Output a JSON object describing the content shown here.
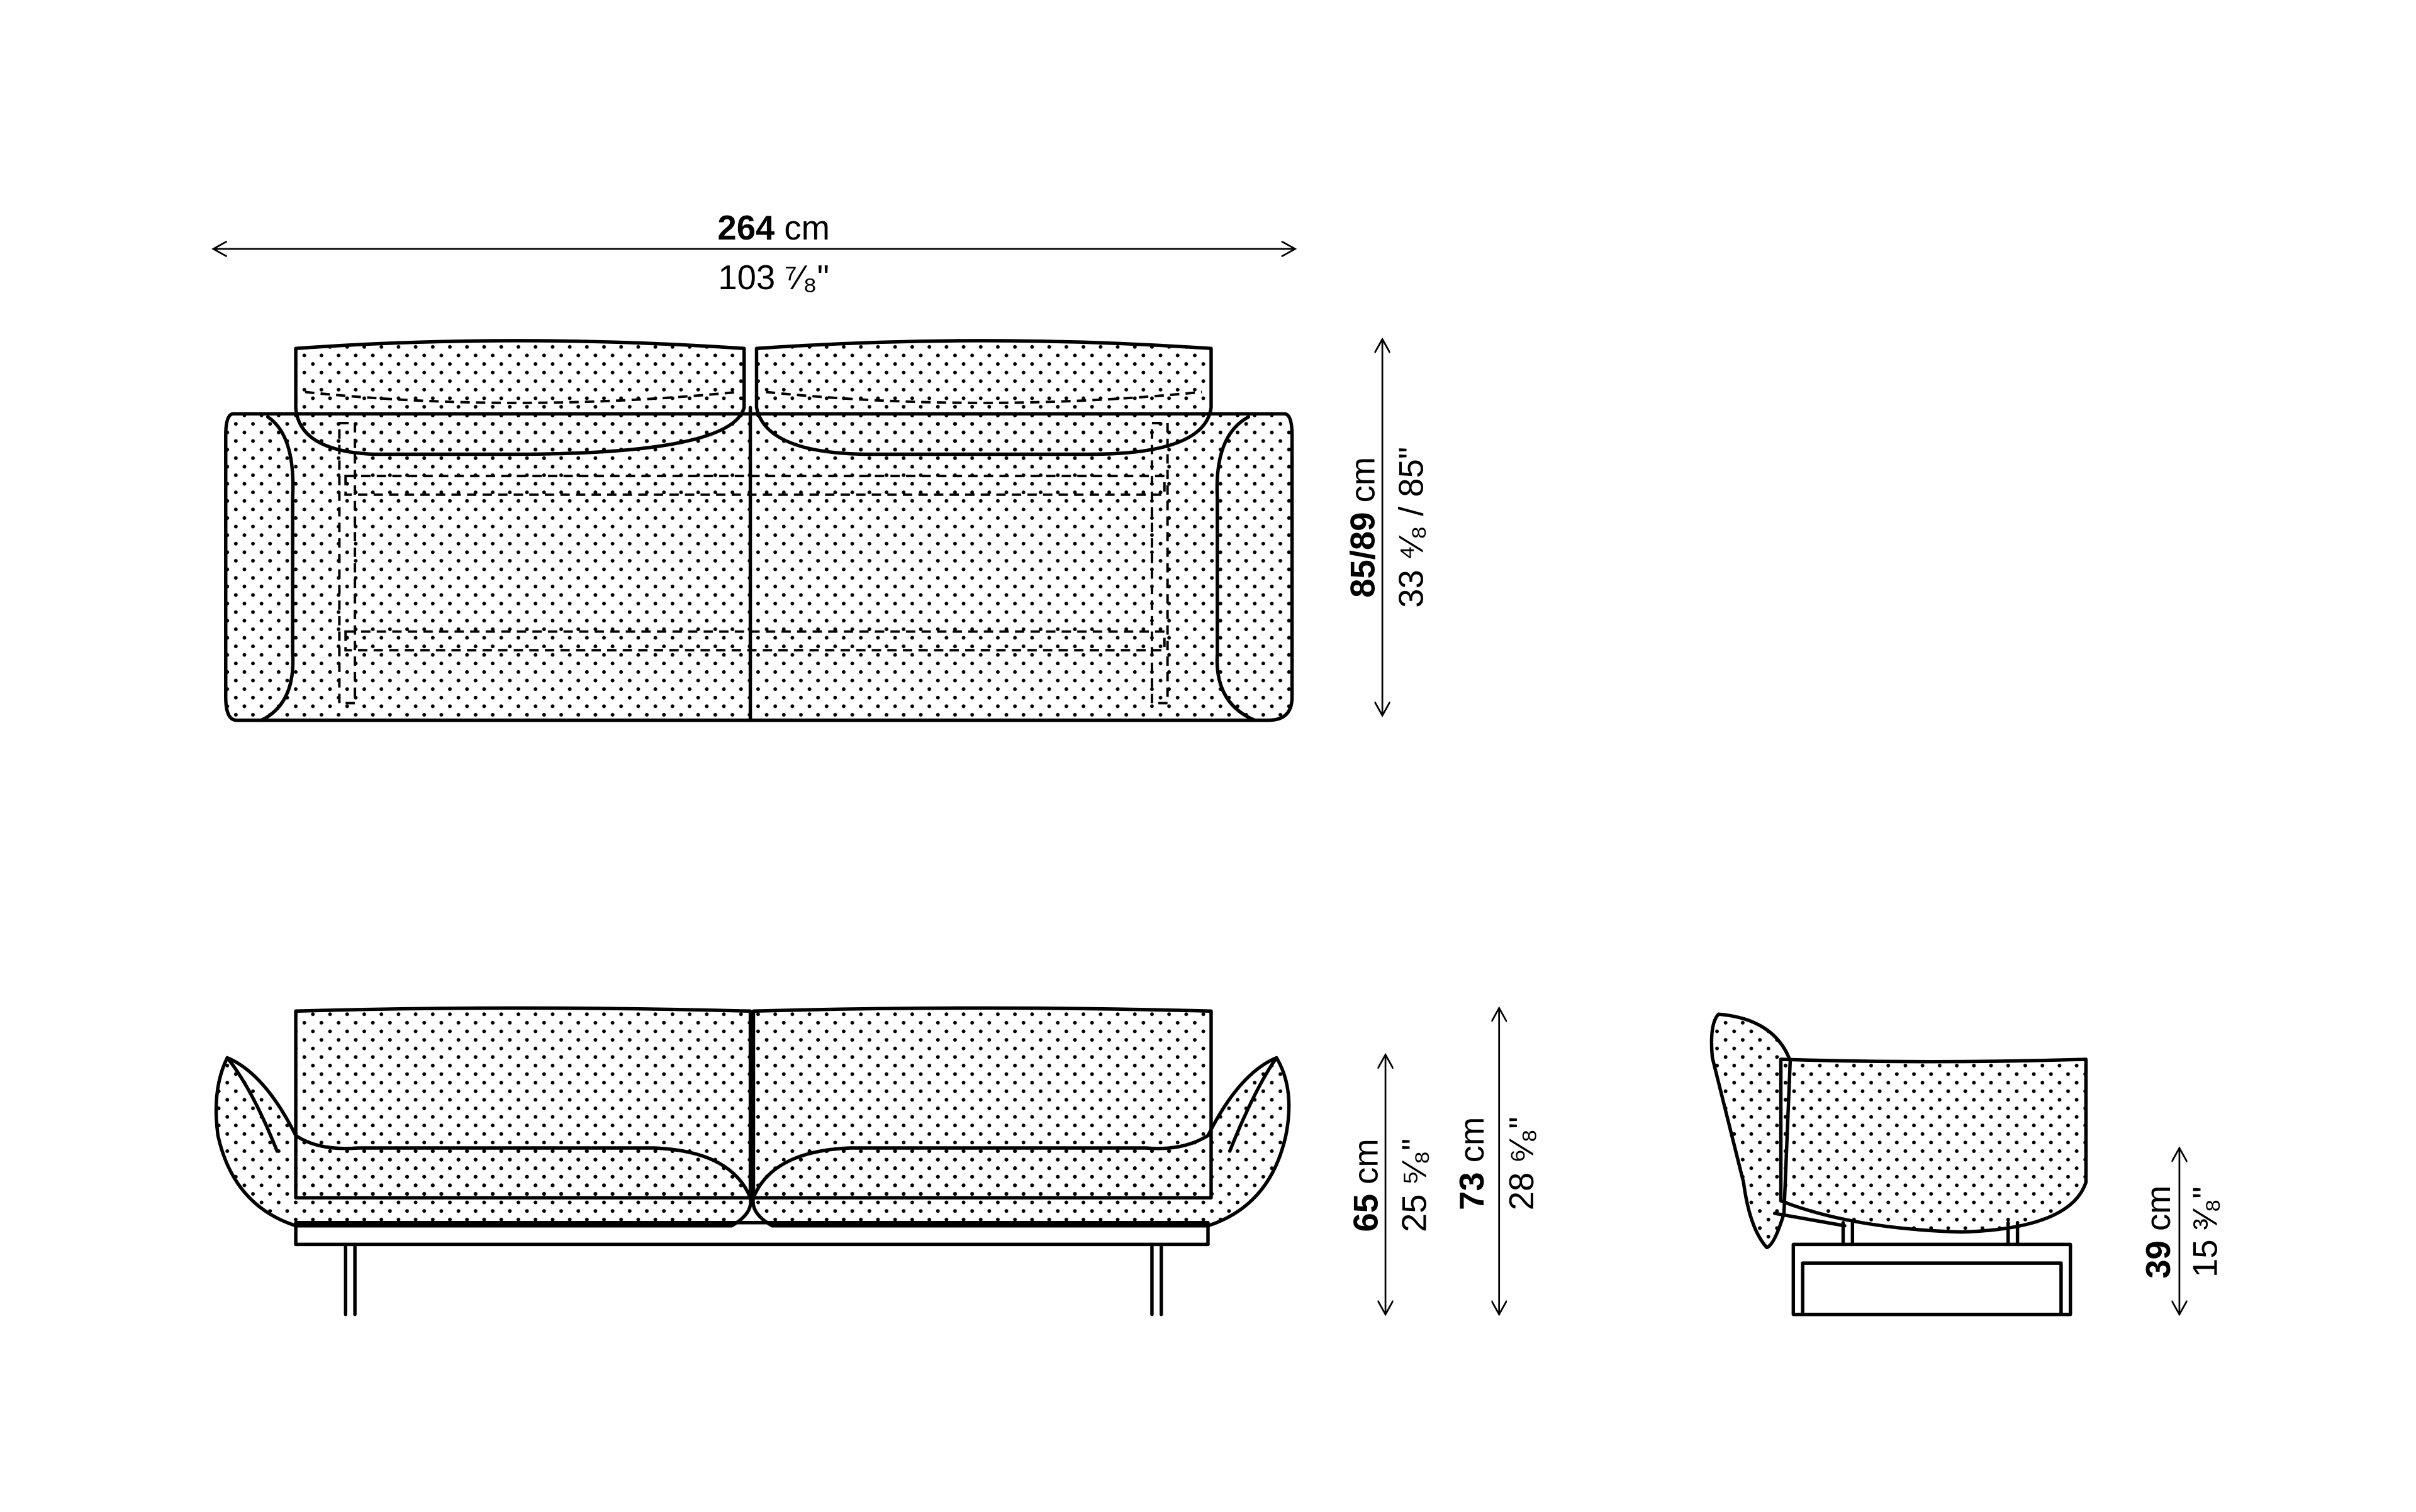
{
  "dimensions": {
    "width": {
      "value_bold": "264",
      "unit": " cm",
      "imperial": "103 ⁷⁄₈\""
    },
    "depth": {
      "value_bold": "85/89",
      "unit": " cm",
      "imperial": "33 ⁴⁄₈ / 85\""
    },
    "seat_height": {
      "value_bold": "65",
      "unit": " cm",
      "imperial": "25 ⁵⁄₈\""
    },
    "total_height": {
      "value_bold": "73",
      "unit": " cm",
      "imperial": "28 ⁶⁄₈\""
    },
    "leg_height": {
      "value_bold": "39",
      "unit": " cm",
      "imperial": "15 ³⁄₈\""
    }
  },
  "views": [
    "top-view",
    "front-view",
    "side-view"
  ],
  "colors": {
    "line": "#000000",
    "background": "#ffffff"
  }
}
